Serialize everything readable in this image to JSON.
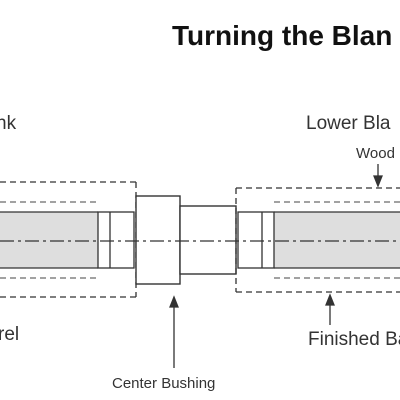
{
  "diagram": {
    "title": "Turning the Blan",
    "labels": {
      "left_blank": "nk",
      "lower_blank": "Lower Bla",
      "wood": "Wood",
      "barrel": "rel",
      "finished": "Finished Ba",
      "center_bushing": "Center Bushing"
    }
  }
}
